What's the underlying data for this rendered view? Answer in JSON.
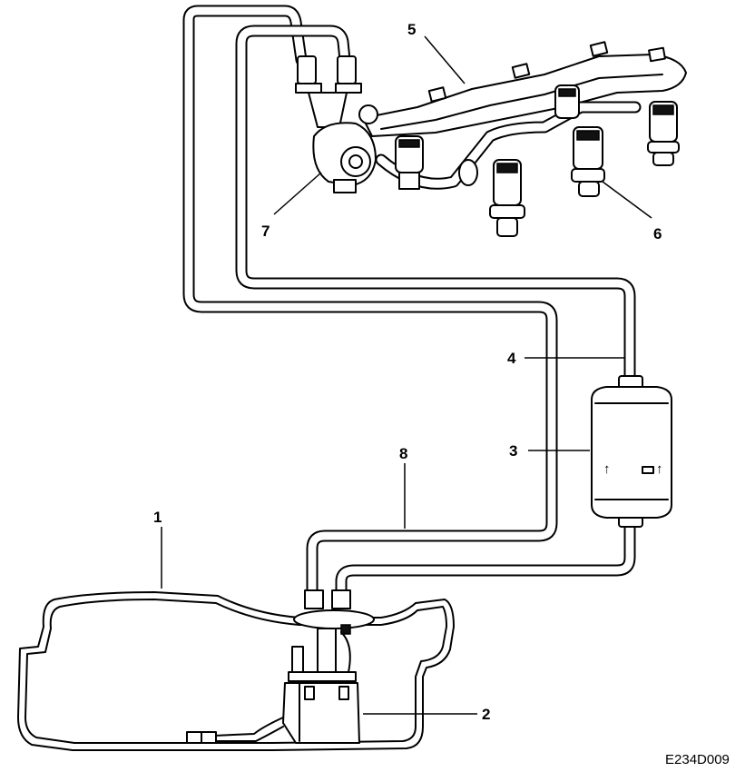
{
  "callouts": {
    "c1": "1",
    "c2": "2",
    "c3": "3",
    "c4": "4",
    "c5": "5",
    "c6": "6",
    "c7": "7",
    "c8": "8"
  },
  "filter_arrows": {
    "left": "↑",
    "right": "↑"
  },
  "reference_code": "E234D009",
  "icons": {
    "flow_arrow": "up-arrow"
  }
}
